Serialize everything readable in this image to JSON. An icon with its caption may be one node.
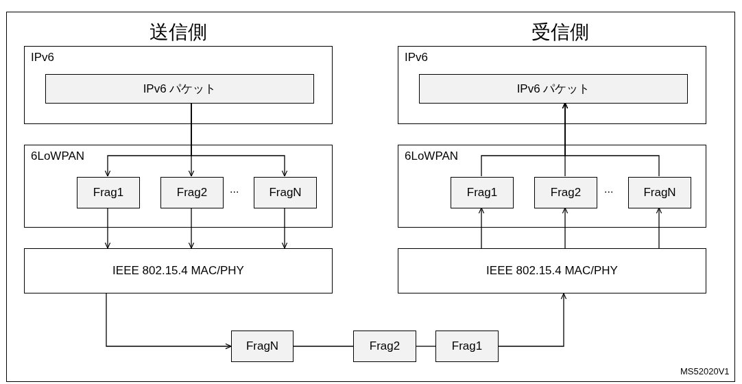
{
  "diagram": {
    "nodes": [
      {
        "text": [
          "IPv6"
        ]
      },
      {
        "text": [
          "IPv6 パケット"
        ],
        "in": 0
      },
      {
        "text": [
          "6LoWPAN"
        ]
      },
      {
        "text": [
          "Frag1"
        ],
        "in": 2
      },
      {
        "text": [
          "Frag2"
        ],
        "in": 2
      },
      {
        "text": [
          "FragN"
        ],
        "in": 2
      },
      {
        "text": [
          "IEEE 802.15.4 MAC/PHY"
        ]
      },
      {
        "text": [
          "IPv6"
        ]
      },
      {
        "text": [
          "IPv6 パケット"
        ],
        "in": 7
      },
      {
        "text": [
          "6LoWPAN"
        ]
      },
      {
        "text": [
          "Frag1"
        ],
        "in": 9
      },
      {
        "text": [
          "Frag2"
        ],
        "in": 9
      },
      {
        "text": [
          "FragN"
        ],
        "in": 9
      },
      {
        "text": [
          "IEEE 802.15.4 MAC/PHY"
        ]
      },
      {
        "text": [
          "FragN"
        ]
      },
      {
        "text": [
          "Frag2"
        ]
      },
      {
        "text": [
          "Frag1"
        ]
      }
    ],
    "edges": [
      {
        "from": 1,
        "to": 3,
        "arrow": "to"
      },
      {
        "from": 1,
        "to": 4,
        "arrow": "to"
      },
      {
        "from": 1,
        "to": 5,
        "arrow": "to"
      },
      {
        "from": 3,
        "to": 6,
        "arrow": "to"
      },
      {
        "from": 4,
        "to": 6,
        "arrow": "to"
      },
      {
        "from": 5,
        "to": 6,
        "arrow": "to"
      },
      {
        "from": 6,
        "to": 14,
        "arrow": "to"
      },
      {
        "from": 14,
        "to": 15,
        "arrow": "none"
      },
      {
        "from": 15,
        "to": 16,
        "arrow": "none"
      },
      {
        "from": 16,
        "to": 13,
        "arrow": "to"
      },
      {
        "from": 13,
        "to": 10,
        "arrow": "to"
      },
      {
        "from": 13,
        "to": 11,
        "arrow": "to"
      },
      {
        "from": 13,
        "to": 12,
        "arrow": "to"
      },
      {
        "from": 10,
        "to": 8,
        "arrow": "to"
      },
      {
        "from": 11,
        "to": 8,
        "arrow": "to"
      },
      {
        "from": 12,
        "to": 8,
        "arrow": "to"
      }
    ],
    "labels": [
      "送信側",
      "受信側",
      "...",
      "...",
      "MS52020V1"
    ]
  }
}
